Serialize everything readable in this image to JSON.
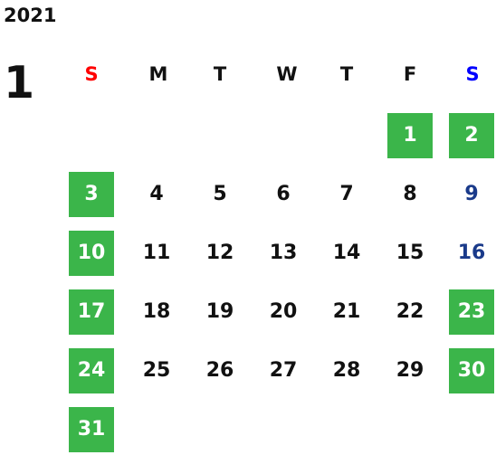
{
  "calendar": {
    "year": "2021",
    "month": "1",
    "weekdays": [
      "S",
      "M",
      "T",
      "W",
      "T",
      "F",
      "S"
    ],
    "days": [
      {
        "label": "1",
        "col": 5,
        "row": 0,
        "highlight": true
      },
      {
        "label": "2",
        "col": 6,
        "row": 0,
        "highlight": true
      },
      {
        "label": "3",
        "col": 0,
        "row": 1,
        "highlight": true
      },
      {
        "label": "4",
        "col": 1,
        "row": 1,
        "highlight": false
      },
      {
        "label": "5",
        "col": 2,
        "row": 1,
        "highlight": false
      },
      {
        "label": "6",
        "col": 3,
        "row": 1,
        "highlight": false
      },
      {
        "label": "7",
        "col": 4,
        "row": 1,
        "highlight": false
      },
      {
        "label": "8",
        "col": 5,
        "row": 1,
        "highlight": false
      },
      {
        "label": "9",
        "col": 6,
        "row": 1,
        "highlight": false
      },
      {
        "label": "10",
        "col": 0,
        "row": 2,
        "highlight": true
      },
      {
        "label": "11",
        "col": 1,
        "row": 2,
        "highlight": false
      },
      {
        "label": "12",
        "col": 2,
        "row": 2,
        "highlight": false
      },
      {
        "label": "13",
        "col": 3,
        "row": 2,
        "highlight": false
      },
      {
        "label": "14",
        "col": 4,
        "row": 2,
        "highlight": false
      },
      {
        "label": "15",
        "col": 5,
        "row": 2,
        "highlight": false
      },
      {
        "label": "16",
        "col": 6,
        "row": 2,
        "highlight": false
      },
      {
        "label": "17",
        "col": 0,
        "row": 3,
        "highlight": true
      },
      {
        "label": "18",
        "col": 1,
        "row": 3,
        "highlight": false
      },
      {
        "label": "19",
        "col": 2,
        "row": 3,
        "highlight": false
      },
      {
        "label": "20",
        "col": 3,
        "row": 3,
        "highlight": false
      },
      {
        "label": "21",
        "col": 4,
        "row": 3,
        "highlight": false
      },
      {
        "label": "22",
        "col": 5,
        "row": 3,
        "highlight": false
      },
      {
        "label": "23",
        "col": 6,
        "row": 3,
        "highlight": true
      },
      {
        "label": "24",
        "col": 0,
        "row": 4,
        "highlight": true
      },
      {
        "label": "25",
        "col": 1,
        "row": 4,
        "highlight": false
      },
      {
        "label": "26",
        "col": 2,
        "row": 4,
        "highlight": false
      },
      {
        "label": "27",
        "col": 3,
        "row": 4,
        "highlight": false
      },
      {
        "label": "28",
        "col": 4,
        "row": 4,
        "highlight": false
      },
      {
        "label": "29",
        "col": 5,
        "row": 4,
        "highlight": false
      },
      {
        "label": "30",
        "col": 6,
        "row": 4,
        "highlight": true
      },
      {
        "label": "31",
        "col": 0,
        "row": 5,
        "highlight": true
      }
    ]
  },
  "colors": {
    "highlight_bg": "#3bb54a",
    "highlight_text": "#ffffff",
    "sunday_label": "#ff0000",
    "saturday_label": "#0000ff",
    "saturday_date": "#1a3a8a",
    "default_text": "#111111"
  }
}
